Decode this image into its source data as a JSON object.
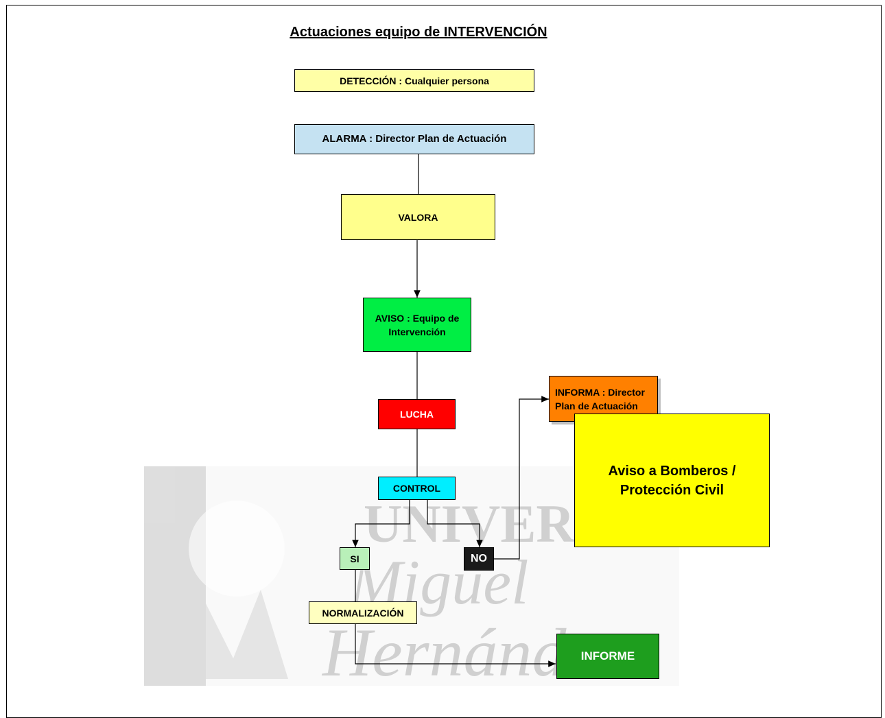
{
  "title": "Actuaciones equipo de INTERVENCIÓN",
  "watermark": {
    "line1": "UNIVERSITAS",
    "line2": "Miguel",
    "line3": "Hernández"
  },
  "nodes": {
    "deteccion": "DETECCIÓN : Cualquier persona",
    "alarma": "ALARMA : Director Plan de Actuación",
    "valora": "VALORA",
    "aviso_line1": "AVISO : Equipo de",
    "aviso_line2": "Intervención",
    "lucha": "LUCHA",
    "control": "CONTROL",
    "si": "SI",
    "no": "NO",
    "normalizacion": "NORMALIZACIÓN",
    "informa_line1": "INFORMA : Director",
    "informa_line2": "Plan de Actuación",
    "bomberos_line1": "Aviso a Bomberos /",
    "bomberos_line2": "Protección Civil",
    "informe": "INFORME"
  },
  "colors": {
    "deteccion": "#ffffa6",
    "alarma": "#c5e2f2",
    "valora": "#ffff8c",
    "aviso": "#00ee44",
    "lucha": "#ff0000",
    "control": "#00eeff",
    "si": "#b9f0b9",
    "no": "#1a1a1a",
    "normalizacion": "#ffffc0",
    "informa": "#ff8000",
    "bomberos": "#ffff00",
    "informe": "#1e9e1e"
  }
}
